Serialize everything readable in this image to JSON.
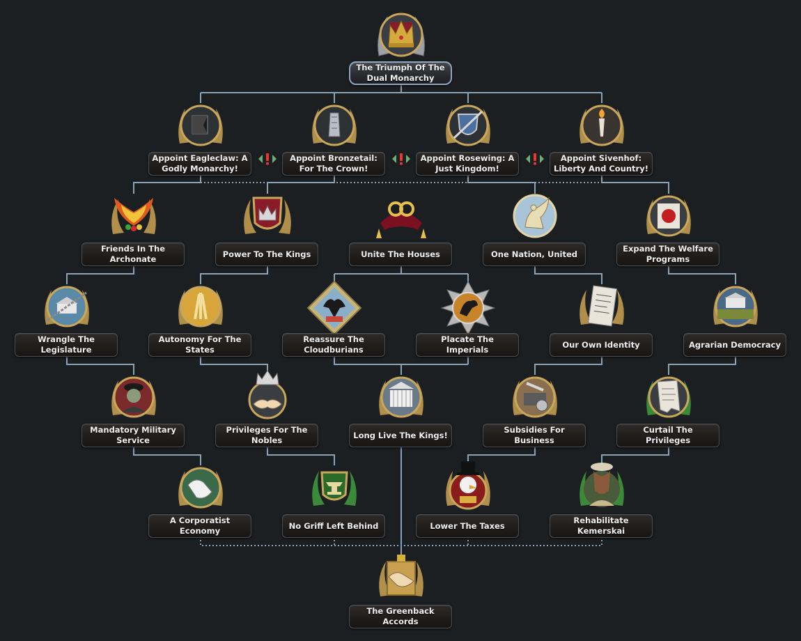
{
  "focus_tree": {
    "colors": {
      "line": "#8ea2b6",
      "frame_gold": "#c9a85c",
      "laurel": "#b08f4a",
      "mutex_red": "#e43a2e",
      "mutex_arrow": "#6fb07a"
    },
    "focuses": {
      "triumph": {
        "label": "The Triumph Of The Dual Monarchy",
        "icon": "royal-crown-icon"
      },
      "eagleclaw": {
        "label": "Appoint Eagleclaw: A Godly Monarchy!",
        "icon": "dark-banner-icon"
      },
      "bronzetail": {
        "label": "Appoint Bronzetail: For The Crown!",
        "icon": "armored-gauntlet-icon"
      },
      "rosewing": {
        "label": "Appoint Rosewing: A Just Kingdom!",
        "icon": "shield-sword-icon"
      },
      "sivenhof": {
        "label": "Appoint Sivenhof: Liberty And Country!",
        "icon": "raised-torch-icon"
      },
      "archonate": {
        "label": "Friends In The Archonate",
        "icon": "phoenix-wings-icon"
      },
      "power_kings": {
        "label": "Power To The Kings",
        "icon": "crown-shield-icon"
      },
      "unite_houses": {
        "label": "Unite The Houses",
        "icon": "wedding-rings-icon"
      },
      "one_nation": {
        "label": "One Nation, United",
        "icon": "griffin-emblem-icon"
      },
      "welfare": {
        "label": "Expand The Welfare Programs",
        "icon": "red-seal-icon"
      },
      "legislature": {
        "label": "Wrangle The Legislature",
        "icon": "chained-parliament-icon"
      },
      "autonomy": {
        "label": "Autonomy For The States",
        "icon": "wheat-sheaf-icon"
      },
      "cloudburians": {
        "label": "Reassure The Cloudburians",
        "icon": "eagle-crest-icon"
      },
      "imperials": {
        "label": "Placate The Imperials",
        "icon": "imperial-cross-icon"
      },
      "identity": {
        "label": "Our Own Identity",
        "icon": "document-scroll-icon"
      },
      "agrarian": {
        "label": "Agrarian Democracy",
        "icon": "farm-parliament-icon"
      },
      "military": {
        "label": "Mandatory Military Service",
        "icon": "soldier-portrait-icon"
      },
      "nobles": {
        "label": "Privileges For The Nobles",
        "icon": "crowned-handshake-icon"
      },
      "long_live": {
        "label": "Long Live The Kings!",
        "icon": "palace-building-icon"
      },
      "business": {
        "label": "Subsidies For Business",
        "icon": "industry-tools-icon"
      },
      "curtail": {
        "label": "Curtail The Privileges",
        "icon": "torn-paper-icon"
      },
      "corporatist": {
        "label": "A Corporatist Economy",
        "icon": "gloved-handshake-icon"
      },
      "no_griff": {
        "label": "No Griff Left Behind",
        "icon": "green-anvil-icon"
      },
      "taxes": {
        "label": "Lower The Taxes",
        "icon": "tophat-griffin-icon"
      },
      "kemerskai": {
        "label": "Rehabilitate Kemerskai",
        "icon": "officer-portrait-icon"
      },
      "greenback": {
        "label": "The Greenback Accords",
        "icon": "golden-handshake-icon"
      }
    }
  }
}
